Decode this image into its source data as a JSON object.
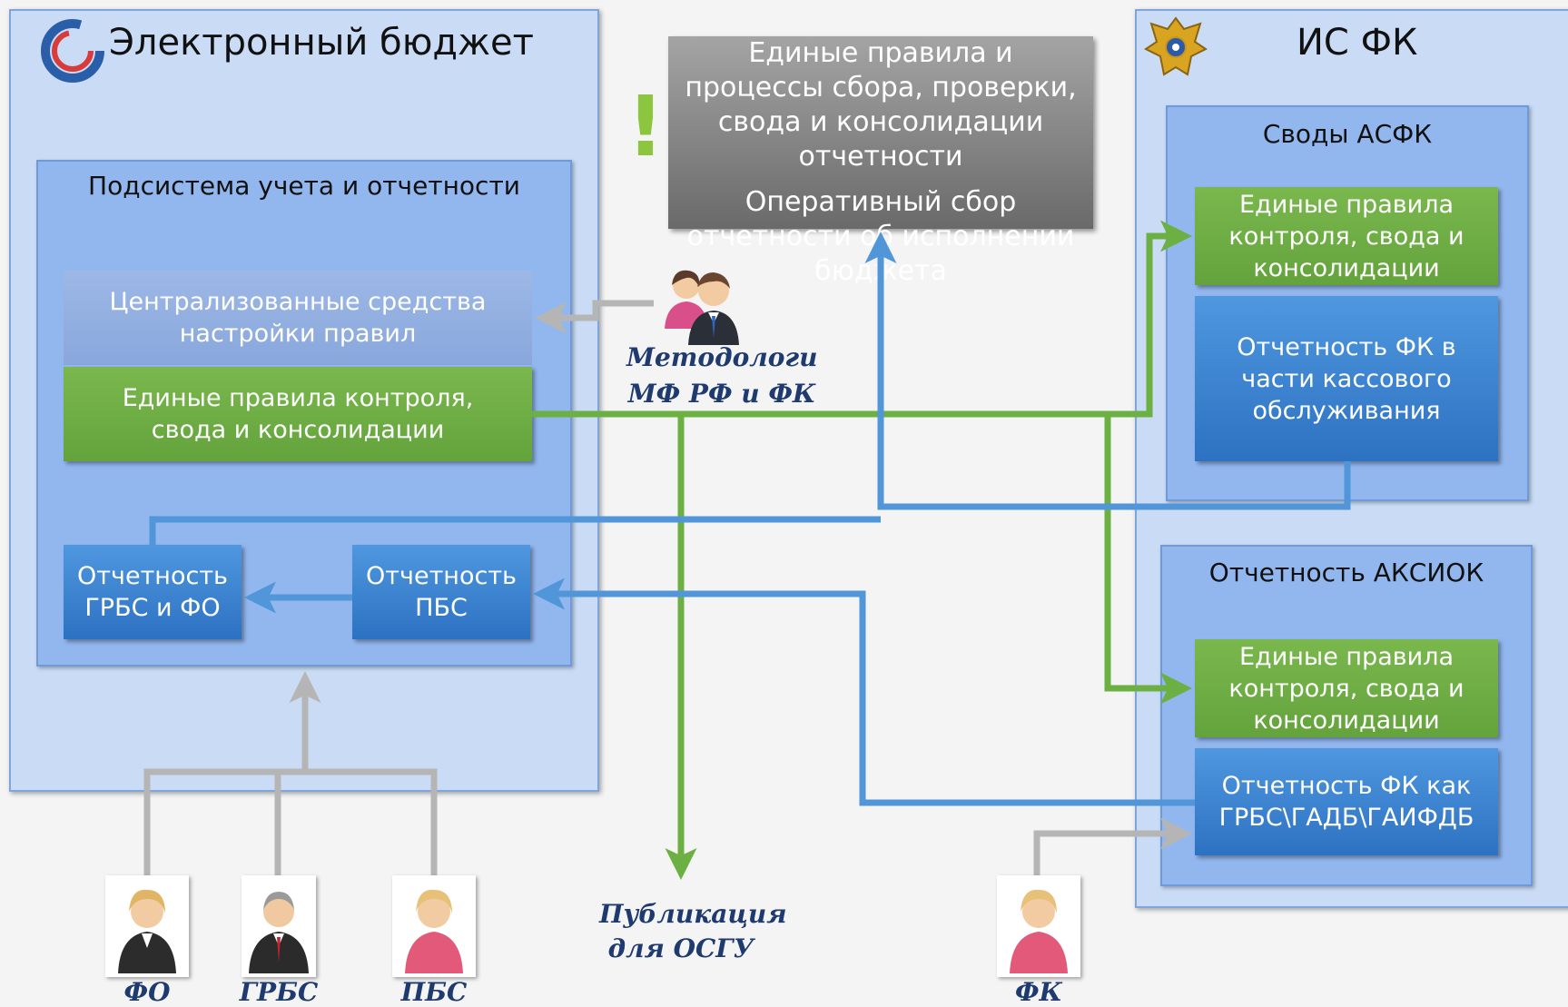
{
  "electronic_budget": {
    "title": "Электронный бюджет",
    "subsystem": {
      "title": "Подсистема учета и отчетности",
      "central_tools": "Централизованные средства настройки правил",
      "unified_rules": "Единые правила контроля, свода и консолидации",
      "report_grbs_fo": "Отчетность ГРБС и ФО",
      "report_pbs": "Отчетность ПБС"
    }
  },
  "info_box": {
    "line1": "Единые правила и процессы сбора, проверки, свода и консолидации отчетности",
    "line2": "Оперативный сбор отчетности об исполнении бюджета",
    "exclamation": "!"
  },
  "methodologists": "Методологи МФ  РФ и ФК",
  "publication": "Публикация для ОСГУ",
  "is_fk": {
    "title": "ИС ФК",
    "asfk": {
      "title": "Своды АСФК",
      "rules": "Единые правила контроля, свода и консолидации",
      "report": "Отчетность ФК  в части кассового обслуживания"
    },
    "aksiok": {
      "title": "Отчетность АКСИОК",
      "rules": "Единые правила контроля, свода и консолидации",
      "report": "Отчетность ФК как ГРБС\\ГАДБ\\ГАИФДБ"
    }
  },
  "people": {
    "fo": "ФО",
    "grbs": "ГРБС",
    "pbs": "ПБС",
    "fk": "ФК"
  },
  "colors": {
    "green_line": "#6cb043",
    "blue_line": "#5096d8",
    "gray_line": "#b5b5b5"
  }
}
